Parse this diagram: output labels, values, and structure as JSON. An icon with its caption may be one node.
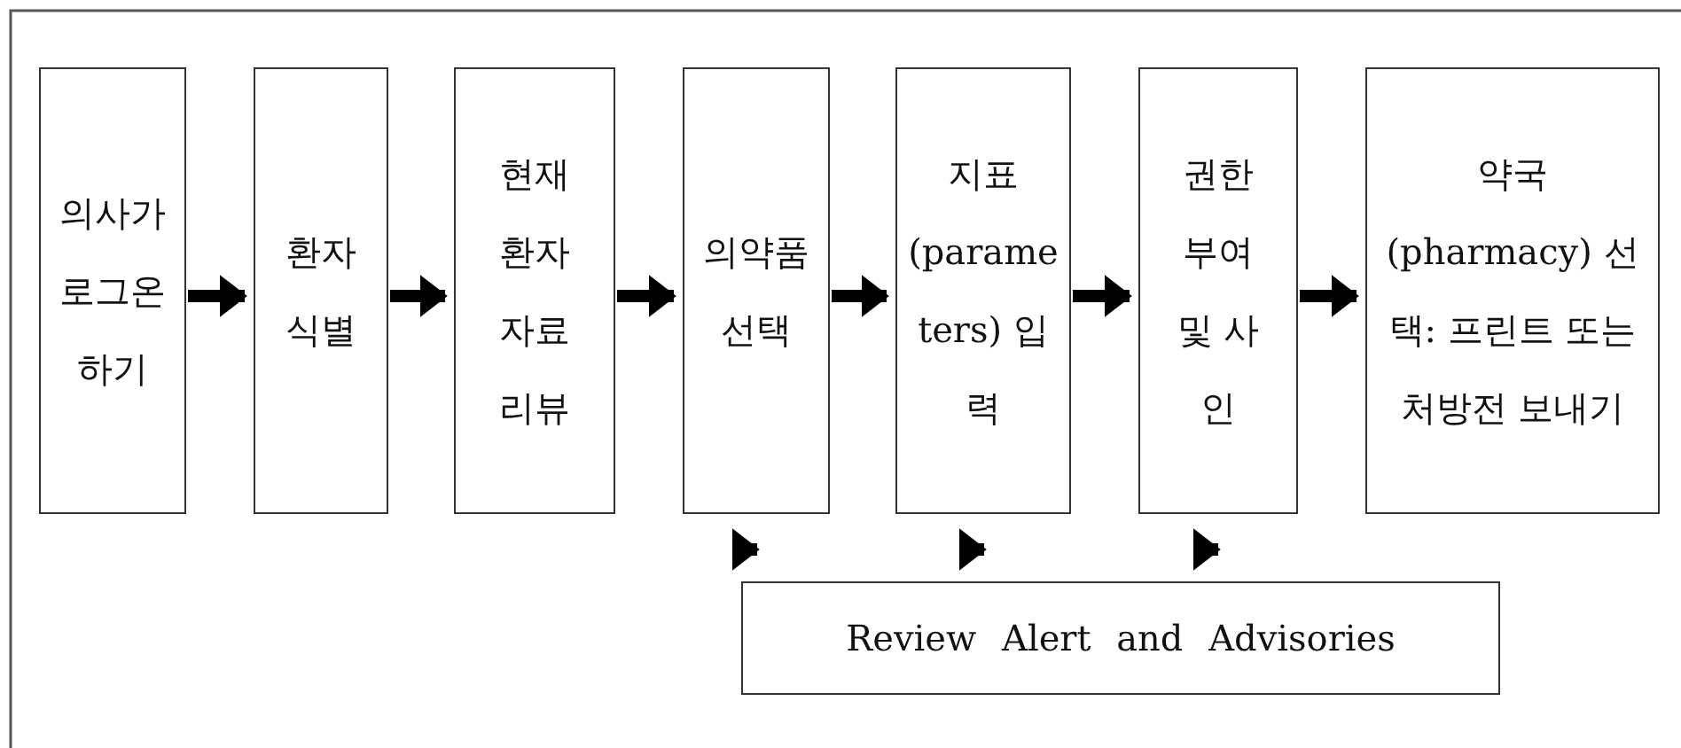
{
  "diagram": {
    "nodes": [
      {
        "text": [
          "의사가 로그온 하기"
        ]
      },
      {
        "text": [
          "환자 식별"
        ]
      },
      {
        "text": [
          "현재 환자 자료 리뷰"
        ]
      },
      {
        "text": [
          "의약품 선택"
        ]
      },
      {
        "text": [
          "지표 (parameters) 입력"
        ]
      },
      {
        "text": [
          "권한 부여 및 사인"
        ]
      },
      {
        "text": [
          "약국(pharmacy) 선택: 프린트 또는 처방전 보내기"
        ]
      },
      {
        "text": [
          "Review Alert and Advisories"
        ]
      }
    ],
    "edges": [
      {
        "from": 0,
        "to": 1,
        "arrow": "to"
      },
      {
        "from": 1,
        "to": 2,
        "arrow": "to"
      },
      {
        "from": 2,
        "to": 3,
        "arrow": "to"
      },
      {
        "from": 3,
        "to": 4,
        "arrow": "to"
      },
      {
        "from": 4,
        "to": 5,
        "arrow": "to"
      },
      {
        "from": 5,
        "to": 6,
        "arrow": "to"
      }
    ]
  }
}
